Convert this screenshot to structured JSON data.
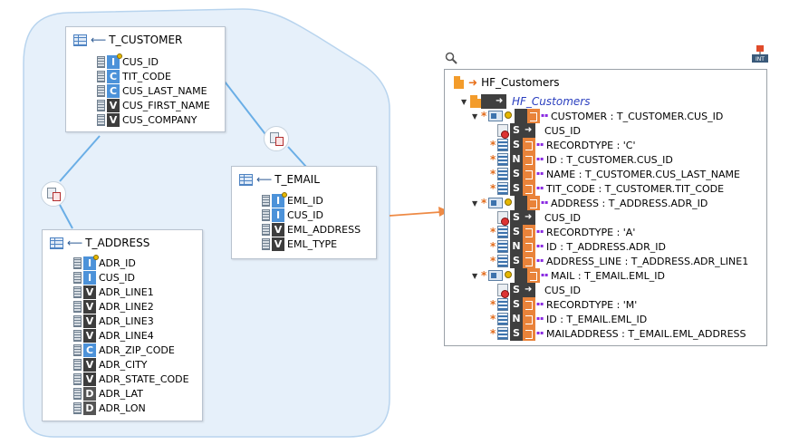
{
  "entities": {
    "customer": {
      "name": "T_CUSTOMER",
      "columns": [
        {
          "type": "I",
          "name": "CUS_ID",
          "key": true
        },
        {
          "type": "C",
          "name": "TIT_CODE"
        },
        {
          "type": "C",
          "name": "CUS_LAST_NAME",
          "star": true
        },
        {
          "type": "V",
          "name": "CUS_FIRST_NAME"
        },
        {
          "type": "V",
          "name": "CUS_COMPANY"
        }
      ]
    },
    "email": {
      "name": "T_EMAIL",
      "columns": [
        {
          "type": "I",
          "name": "EML_ID",
          "key": true
        },
        {
          "type": "I",
          "name": "CUS_ID",
          "star": true
        },
        {
          "type": "V",
          "name": "EML_ADDRESS",
          "star": true
        },
        {
          "type": "V",
          "name": "EML_TYPE"
        }
      ]
    },
    "address": {
      "name": "T_ADDRESS",
      "columns": [
        {
          "type": "I",
          "name": "ADR_ID",
          "key": true
        },
        {
          "type": "I",
          "name": "CUS_ID",
          "star": true
        },
        {
          "type": "V",
          "name": "ADR_LINE1",
          "star": true
        },
        {
          "type": "V",
          "name": "ADR_LINE2"
        },
        {
          "type": "V",
          "name": "ADR_LINE3"
        },
        {
          "type": "V",
          "name": "ADR_LINE4"
        },
        {
          "type": "C",
          "name": "ADR_ZIP_CODE",
          "star": true
        },
        {
          "type": "V",
          "name": "ADR_CITY",
          "star": true
        },
        {
          "type": "V",
          "name": "ADR_STATE_CODE",
          "star": true
        },
        {
          "type": "D",
          "name": "ADR_LAT"
        },
        {
          "type": "D",
          "name": "ADR_LON"
        }
      ]
    }
  },
  "panel": {
    "title": "HF_Customers",
    "rows": [
      {
        "kind": "root",
        "label": "HF_Customers"
      },
      {
        "kind": "group",
        "label": "CUSTOMER : T_CUSTOMER.CUS_ID"
      },
      {
        "kind": "ref",
        "label": "CUS_ID"
      },
      {
        "kind": "field",
        "t": "S",
        "label": "RECORDTYPE : 'C'"
      },
      {
        "kind": "field",
        "t": "N",
        "label": "ID : T_CUSTOMER.CUS_ID"
      },
      {
        "kind": "field",
        "t": "S",
        "label": "NAME : T_CUSTOMER.CUS_LAST_NAME"
      },
      {
        "kind": "field",
        "t": "S",
        "label": "TIT_CODE : T_CUSTOMER.TIT_CODE"
      },
      {
        "kind": "group",
        "label": "ADDRESS : T_ADDRESS.ADR_ID"
      },
      {
        "kind": "ref",
        "label": "CUS_ID"
      },
      {
        "kind": "field",
        "t": "S",
        "label": "RECORDTYPE : 'A'"
      },
      {
        "kind": "field",
        "t": "N",
        "label": "ID : T_ADDRESS.ADR_ID"
      },
      {
        "kind": "field",
        "t": "S",
        "label": "ADDRESS_LINE : T_ADDRESS.ADR_LINE1"
      },
      {
        "kind": "group",
        "label": "MAIL : T_EMAIL.EML_ID"
      },
      {
        "kind": "ref",
        "label": "CUS_ID"
      },
      {
        "kind": "field",
        "t": "S",
        "label": "RECORDTYPE : 'M'"
      },
      {
        "kind": "field",
        "t": "N",
        "label": "ID : T_EMAIL.EML_ID"
      },
      {
        "kind": "field",
        "t": "S",
        "label": "MAILADDRESS : T_EMAIL.EML_ADDRESS"
      }
    ]
  },
  "icons": {
    "search": "search-icon",
    "integration": "integration-icon"
  },
  "colors": {
    "blob_fill": "#e6f0fa",
    "blob_stroke": "#b8d4ee",
    "link": "#6aaee6",
    "flow_arrow": "#ee8a45"
  }
}
